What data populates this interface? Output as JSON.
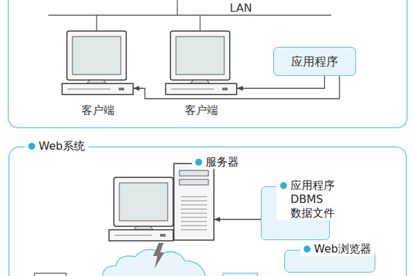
{
  "diagram": {
    "nodes": [
      {
        "text": [
          "应用程序"
        ]
      },
      {
        "text": [
          "客户端"
        ]
      },
      {
        "text": [
          "客户端"
        ]
      },
      {
        "text": [
          "Web系统"
        ]
      },
      {
        "text": [
          "服务器"
        ],
        "in": 3
      },
      {
        "text": [
          "应用程序 DBMS 数据文件"
        ],
        "in": 3
      },
      {
        "text": [
          "Web浏览器"
        ],
        "in": 3
      }
    ],
    "edges": [
      {
        "from": 0,
        "to": 1,
        "arrow": "to"
      },
      {
        "from": 0,
        "to": 2,
        "arrow": "to"
      },
      {
        "from": 5,
        "to": 4,
        "arrow": "to"
      }
    ],
    "labels": [
      "LAN"
    ]
  }
}
